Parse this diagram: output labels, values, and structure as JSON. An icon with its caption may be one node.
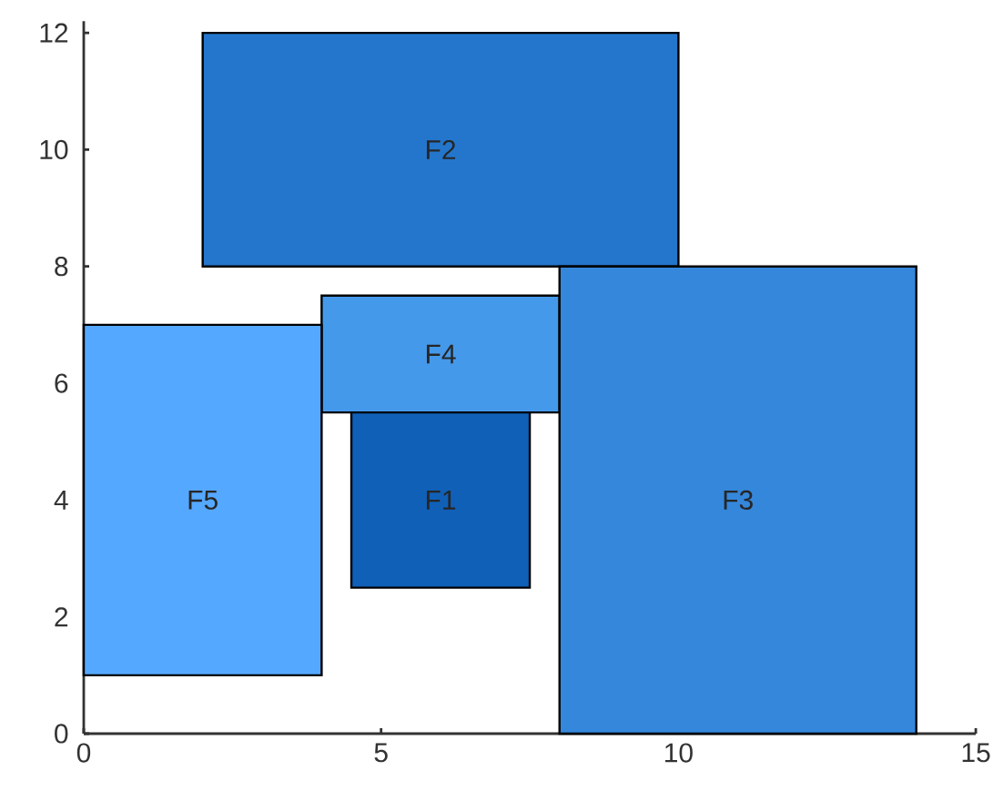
{
  "diagram": {
    "nodes": [
      {
        "text": [
          "F2"
        ]
      },
      {
        "text": [
          "F4"
        ]
      },
      {
        "text": [
          "F5"
        ]
      },
      {
        "text": [
          "F1"
        ]
      },
      {
        "text": [
          "F3"
        ]
      }
    ],
    "labels": [
      "12",
      "10",
      "8",
      "6",
      "4",
      "2",
      "0",
      "0",
      "5",
      "10",
      "15"
    ]
  }
}
